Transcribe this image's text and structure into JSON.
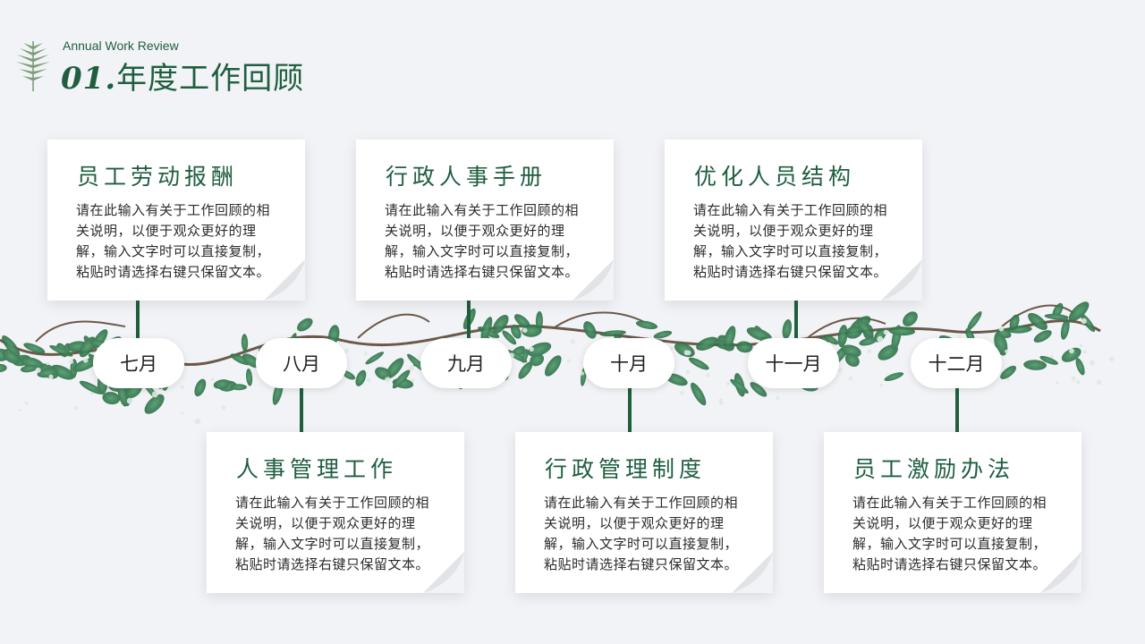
{
  "header": {
    "subtitle": "Annual Work Review",
    "title_number": "01.",
    "title_text": "年度工作回顾"
  },
  "colors": {
    "accent": "#1f5f3f",
    "background": "#f2f3f7",
    "card": "#ffffff"
  },
  "months": [
    "七月",
    "八月",
    "九月",
    "十月",
    "十一月",
    "十二月"
  ],
  "cards": [
    {
      "title": "员工劳动报酬",
      "text": "请在此输入有关于工作回顾的相关说明，以便于观众更好的理解，输入文字时可以直接复制，粘贴时请选择右键只保留文本。"
    },
    {
      "title": "人事管理工作",
      "text": "请在此输入有关于工作回顾的相关说明，以便于观众更好的理解，输入文字时可以直接复制，粘贴时请选择右键只保留文本。"
    },
    {
      "title": "行政人事手册",
      "text": "请在此输入有关于工作回顾的相关说明，以便于观众更好的理解，输入文字时可以直接复制，粘贴时请选择右键只保留文本。"
    },
    {
      "title": "行政管理制度",
      "text": "请在此输入有关于工作回顾的相关说明，以便于观众更好的理解，输入文字时可以直接复制，粘贴时请选择右键只保留文本。"
    },
    {
      "title": "优化人员结构",
      "text": "请在此输入有关于工作回顾的相关说明，以便于观众更好的理解，输入文字时可以直接复制，粘贴时请选择右键只保留文本。"
    },
    {
      "title": "员工激励办法",
      "text": "请在此输入有关于工作回顾的相关说明，以便于观众更好的理解，输入文字时可以直接复制，粘贴时请选择右键只保留文本。"
    }
  ],
  "icons": [
    "fern-icon",
    "vine-illustration",
    "page-curl-icon"
  ]
}
